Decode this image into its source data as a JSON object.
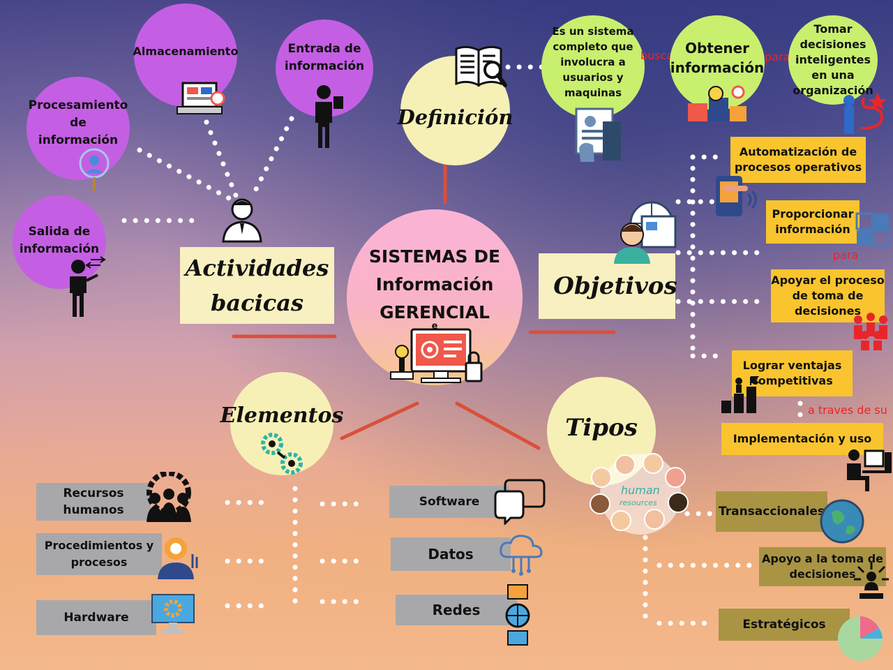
{
  "center": {
    "line1": "SISTEMAS DE",
    "line2": "Información",
    "line3": "GERENCIAL",
    "note": "e"
  },
  "definicion": {
    "title": "Definición",
    "desc": "Es un sistema completo que involucra a usuarios y maquinas",
    "conn_busca": "busca",
    "obtener": "Obtener información",
    "conn_para": "para",
    "tomar": "Tomar decisiones inteligentes en una organización"
  },
  "actividades": {
    "title_line1": "Actividades",
    "title_line2": "bacicas",
    "items": [
      "Almacenamiento",
      "Entrada de información",
      "Procesamiento de información",
      "Salida de información"
    ]
  },
  "objetivos": {
    "title": "Objetivos",
    "items": [
      "Automatización de procesos operativos",
      "Proporcionar información",
      "Apoyar el proceso de toma de decisiones",
      "Lograr ventajas competitivas",
      "Implementación y uso"
    ],
    "conn_para": "para",
    "conn_traves": "a traves de su"
  },
  "elementos": {
    "title": "Elementos",
    "left": [
      "Recursos humanos",
      "Procedimientos y procesos",
      "Hardware"
    ],
    "right": [
      "Software",
      "Datos",
      "Redes"
    ]
  },
  "tipos": {
    "title": "Tipos",
    "items": [
      "Transaccionales",
      "Apoyo a la toma de decisiones",
      "Estratégicos"
    ]
  },
  "colors": {
    "purple": "#c45fe3",
    "green": "#c9ef6f",
    "cream": "#f6f0b6",
    "yellow": "#f9c42e",
    "grey": "#a8a8ab",
    "olive": "#a99444",
    "connector_text": "#e8262a",
    "red_line": "#d9503a"
  }
}
